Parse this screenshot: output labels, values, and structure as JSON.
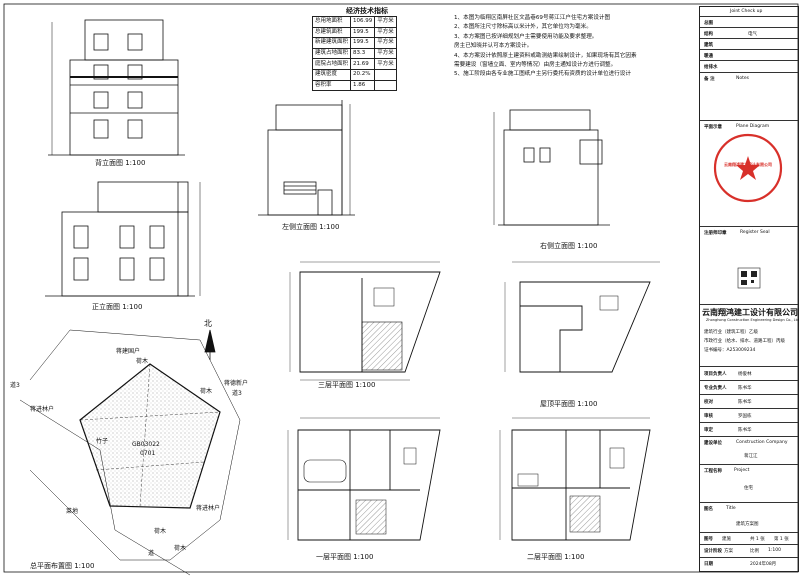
{
  "elevations": {
    "back": "背立面图 1:100",
    "front": "正立面图 1:100",
    "left": "左侧立面图 1:100",
    "right": "右侧立面图 1:100"
  },
  "floor_plans": {
    "third": "三层平面图 1:100",
    "roof": "屋顶平面图 1:100",
    "first": "一层平面图 1:100",
    "second": "二层平面图 1:100"
  },
  "site_plan": {
    "caption": "总平面布置图 1:100",
    "north": "北",
    "lot_code": "GB03022",
    "lot_sub": "0701",
    "neighbors": [
      "蒋建国户",
      "蒋进林户",
      "蒋进林户",
      "蒋德新户",
      "道3",
      "道3",
      "竹子",
      "菜地",
      "道"
    ],
    "trees": [
      "荷木",
      "荷木",
      "荷木",
      "荷木"
    ]
  },
  "econ_table": {
    "title": "经济技术指标",
    "rows": [
      {
        "label": "总用地面积",
        "value": "106.99",
        "unit": "平方米"
      },
      {
        "label": "总建筑面积",
        "value": "199.5",
        "unit": "平方米"
      },
      {
        "label": "新建建筑面积",
        "value": "199.5",
        "unit": "平方米"
      },
      {
        "label": "建筑占地面积",
        "value": "83.3",
        "unit": "平方米"
      },
      {
        "label": "庭院占地面积",
        "value": "21.69",
        "unit": "平方米"
      },
      {
        "label": "建筑密度",
        "value": "20.2%",
        "unit": ""
      },
      {
        "label": "容积率",
        "value": "1.86",
        "unit": ""
      }
    ]
  },
  "notes": [
    "1、本图为临翔区南屏社区文昌巷69号蒋江江户住宅方案设计图",
    "2、本图所注尺寸除标高以米计外，其它单位均为毫米。",
    "3、本方案图已按详细规划户主需要使用功能及要求整理。",
    "   房主已知晓并认可本方案设计。",
    "4、本方案设计依照原土建资料或勘测结果绘制设计，如果现场有其它因素",
    "   需要建设（窗墙立面、室内等情况）由房主通知设计方进行调整。",
    "5、施工阶段由各专业施工图纸户主另行委托有资质的设计单位进行设计"
  ],
  "title_block": {
    "joint_check": "Joint Check up",
    "disciplines": [
      {
        "cn": "总图",
        "en": ""
      },
      {
        "cn": "结构",
        "en": "",
        "extra": "电气"
      },
      {
        "cn": "建筑",
        "en": ""
      },
      {
        "cn": "暖通",
        "en": ""
      },
      {
        "cn": "给排水",
        "en": ""
      }
    ],
    "remarks": "备 注",
    "remarks_en": "Notes",
    "plan_label": "平面示意",
    "plan_en": "Plane Diagram",
    "seal_label": "注册师印章",
    "seal_en": "Register Seal",
    "company": "云南翔鸿建工设计有限公司",
    "company_en": "Zhonghong Construction Engineering Design Co., Ltd",
    "qual_1": "建筑行业（建筑工程）乙级",
    "qual_2": "市政行业（给水、排水、道路工程）丙级",
    "cert": "证书编号：A253009234",
    "staff": [
      {
        "role": "项目负责人",
        "name": "杨俊林"
      },
      {
        "role": "专业负责人",
        "name": "陈书华"
      },
      {
        "role": "校对",
        "name": "陈书华"
      },
      {
        "role": "审核",
        "name": "罗国栋"
      },
      {
        "role": "审定",
        "name": "陈书华"
      }
    ],
    "client_label": "建设单位",
    "client_en": "Construction Company",
    "client": "蒋江江",
    "project_label": "工程名称",
    "project_en": "Project",
    "project": "住宅",
    "drawing_label": "图名",
    "drawing_en": "Title",
    "drawing": "建筑方案图",
    "sheet_no_label": "图号",
    "sheet_no": "建施",
    "total_label": "共 1 张",
    "page_label": "第 1 张",
    "stage_label": "设计阶段",
    "stage": "方案",
    "scale_label": "比例",
    "scale": "1:100",
    "date_label": "日期",
    "date": "2024年08月"
  },
  "seal_text": "云南翔鸿建工设计有限公司",
  "colors": {
    "line": "#111111",
    "seal": "#d8302a",
    "hatch": "#777777"
  }
}
